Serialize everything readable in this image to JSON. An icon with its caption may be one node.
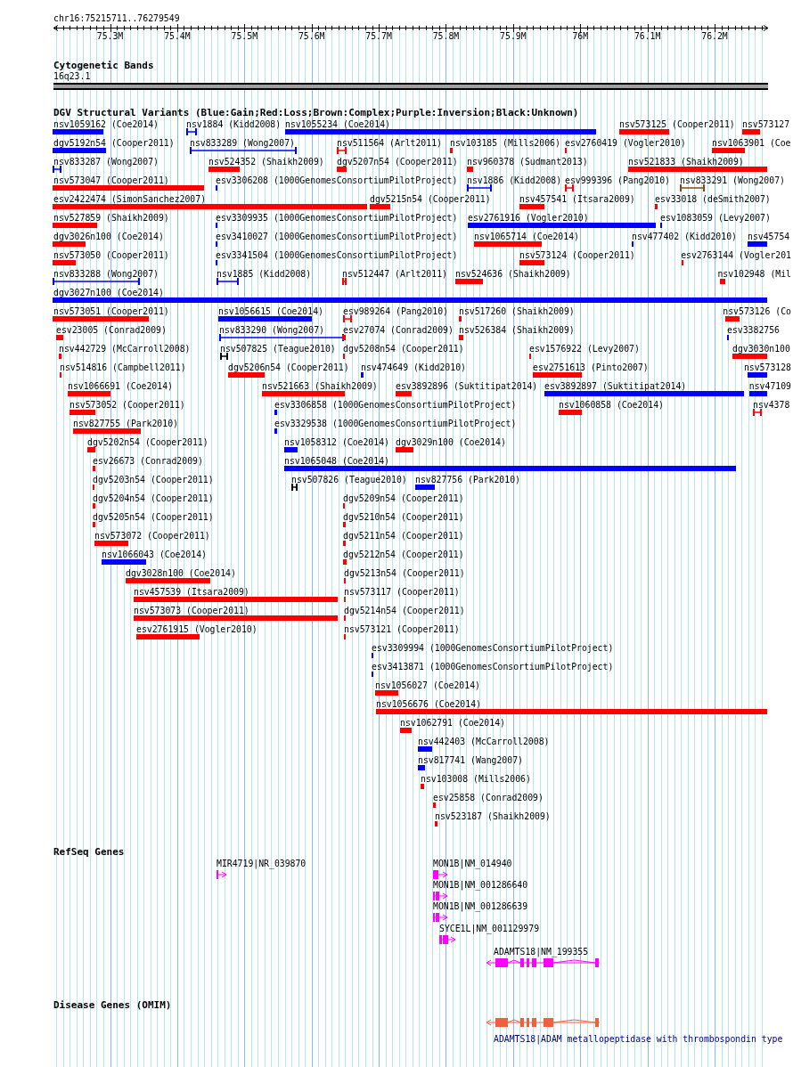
{
  "diagram": {
    "nodes": [
      {
        "text": [
          "16q23.1"
        ]
      },
      {
        "text": [
          "nsv1059162 (Coe2014)"
        ]
      },
      {
        "text": [
          "nsv1884 (Kidd2008)"
        ]
      },
      {
        "text": [
          "nsv1055234 (Coe2014)"
        ]
      },
      {
        "text": [
          "nsv573125 (Cooper2011)"
        ]
      },
      {
        "text": [
          "nsv573127"
        ]
      },
      {
        "text": [
          "dgv5192n54 (Cooper2011)"
        ]
      },
      {
        "text": [
          "nsv833289 (Wong2007)"
        ]
      },
      {
        "text": [
          "nsv511564 (Arlt2011)"
        ]
      },
      {
        "text": [
          "nsv103185 (Mills2006)"
        ]
      },
      {
        "text": [
          "esv2760419 (Vogler2010)"
        ]
      },
      {
        "text": [
          "nsv1063901 (Coe"
        ]
      },
      {
        "text": [
          "nsv833287 (Wong2007)"
        ]
      },
      {
        "text": [
          "nsv524352 (Shaikh2009)"
        ]
      },
      {
        "text": [
          "dgv5207n54 (Cooper2011)"
        ]
      },
      {
        "text": [
          "nsv960378 (Sudmant2013)"
        ]
      },
      {
        "text": [
          "nsv521833 (Shaikh2009)"
        ]
      },
      {
        "text": [
          "nsv573047 (Cooper2011)"
        ]
      },
      {
        "text": [
          "esv3306208 (1000GenomesConsortiumPilotProject)"
        ]
      },
      {
        "text": [
          "nsv1886 (Kidd2008)"
        ]
      },
      {
        "text": [
          "esv999396 (Pang2010)"
        ]
      },
      {
        "text": [
          "nsv833291 (Wong2007)"
        ]
      },
      {
        "text": [
          "esv2422474 (SimonSanchez2007)"
        ]
      },
      {
        "text": [
          "dgv5215n54 (Cooper2011)"
        ]
      },
      {
        "text": [
          "nsv457541 (Itsara2009)"
        ]
      },
      {
        "text": [
          "esv33018 (deSmith2007)"
        ]
      },
      {
        "text": [
          "nsv527859 (Shaikh2009)"
        ]
      },
      {
        "text": [
          "esv3309935 (1000GenomesConsortiumPilotProject)"
        ]
      },
      {
        "text": [
          "esv2761916 (Vogler2010)"
        ]
      },
      {
        "text": [
          "esv1083059 (Levy2007)"
        ]
      },
      {
        "text": [
          "dgv3026n100 (Coe2014)"
        ]
      },
      {
        "text": [
          "esv3410027 (1000GenomesConsortiumPilotProject)"
        ]
      },
      {
        "text": [
          "nsv1065714 (Coe2014)"
        ]
      },
      {
        "text": [
          "nsv477402 (Kidd2010)"
        ]
      },
      {
        "text": [
          "nsv45754"
        ]
      },
      {
        "text": [
          "nsv573050 (Cooper2011)"
        ]
      },
      {
        "text": [
          "esv3341504 (1000GenomesConsortiumPilotProject)"
        ]
      },
      {
        "text": [
          "nsv573124 (Cooper2011)"
        ]
      },
      {
        "text": [
          "esv2763144 (Vogler201"
        ]
      },
      {
        "text": [
          "nsv833288 (Wong2007)"
        ]
      },
      {
        "text": [
          "nsv1885 (Kidd2008)"
        ]
      },
      {
        "text": [
          "nsv512447 (Arlt2011)"
        ]
      },
      {
        "text": [
          "nsv524636 (Shaikh2009)"
        ]
      },
      {
        "text": [
          "nsv102948 (Mil"
        ]
      },
      {
        "text": [
          "dgv3027n100 (Coe2014)"
        ]
      },
      {
        "text": [
          "nsv573051 (Cooper2011)"
        ]
      },
      {
        "text": [
          "nsv1056615 (Coe2014)"
        ]
      },
      {
        "text": [
          "esv989264 (Pang2010)"
        ]
      },
      {
        "text": [
          "nsv517260 (Shaikh2009)"
        ]
      },
      {
        "text": [
          "nsv573126 (Co"
        ]
      },
      {
        "text": [
          "esv23005 (Conrad2009)"
        ]
      },
      {
        "text": [
          "nsv833290 (Wong2007)"
        ]
      },
      {
        "text": [
          "esv27074 (Conrad2009)"
        ]
      },
      {
        "text": [
          "nsv526384 (Shaikh2009)"
        ]
      },
      {
        "text": [
          "esv3382756"
        ]
      },
      {
        "text": [
          "nsv442729 (McCarroll2008)"
        ]
      },
      {
        "text": [
          "nsv507825 (Teague2010)"
        ]
      },
      {
        "text": [
          "dgv5208n54 (Cooper2011)"
        ]
      },
      {
        "text": [
          "esv1576922 (Levy2007)"
        ]
      },
      {
        "text": [
          "dgv3030n100"
        ]
      },
      {
        "text": [
          "nsv514816 (Campbell2011)"
        ]
      },
      {
        "text": [
          "dgv5206n54 (Cooper2011)"
        ]
      },
      {
        "text": [
          "nsv474649 (Kidd2010)"
        ]
      },
      {
        "text": [
          "esv2751613 (Pinto2007)"
        ]
      },
      {
        "text": [
          "nsv573128"
        ]
      },
      {
        "text": [
          "nsv1066691 (Coe2014)"
        ]
      },
      {
        "text": [
          "nsv521663 (Shaikh2009)"
        ]
      },
      {
        "text": [
          "esv3892896 (Suktitipat2014)"
        ]
      },
      {
        "text": [
          "esv3892897 (Suktitipat2014)"
        ]
      },
      {
        "text": [
          "nsv47109"
        ]
      },
      {
        "text": [
          "nsv573052 (Cooper2011)"
        ]
      },
      {
        "text": [
          "esv3306858 (1000GenomesConsortiumPilotProject)"
        ]
      },
      {
        "text": [
          "nsv1060858 (Coe2014)"
        ]
      },
      {
        "text": [
          "nsv4378"
        ]
      },
      {
        "text": [
          "nsv827755 (Park2010)"
        ]
      },
      {
        "text": [
          "esv3329538 (1000GenomesConsortiumPilotProject)"
        ]
      },
      {
        "text": [
          "dgv5202n54 (Cooper2011)"
        ]
      },
      {
        "text": [
          "nsv1058312 (Coe2014)"
        ]
      },
      {
        "text": [
          "dgv3029n100 (Coe2014)"
        ]
      },
      {
        "text": [
          "esv26673 (Conrad2009)"
        ]
      },
      {
        "text": [
          "nsv1065048 (Coe2014)"
        ]
      },
      {
        "text": [
          "dgv5203n54 (Cooper2011)"
        ]
      },
      {
        "text": [
          "nsv507826 (Teague2010)"
        ]
      },
      {
        "text": [
          "nsv827756 (Park2010)"
        ]
      },
      {
        "text": [
          "dgv5204n54 (Cooper2011)"
        ]
      },
      {
        "text": [
          "dgv5209n54 (Cooper2011)"
        ]
      },
      {
        "text": [
          "dgv5205n54 (Cooper2011)"
        ]
      },
      {
        "text": [
          "dgv5210n54 (Cooper2011)"
        ]
      },
      {
        "text": [
          "nsv573072 (Cooper2011)"
        ]
      },
      {
        "text": [
          "dgv5211n54 (Cooper2011)"
        ]
      },
      {
        "text": [
          "nsv1066043 (Coe2014)"
        ]
      },
      {
        "text": [
          "dgv5212n54 (Cooper2011)"
        ]
      },
      {
        "text": [
          "dgv3028n100 (Coe2014)"
        ]
      },
      {
        "text": [
          "dgv5213n54 (Cooper2011)"
        ]
      },
      {
        "text": [
          "nsv457539 (Itsara2009)"
        ]
      },
      {
        "text": [
          "nsv573117 (Cooper2011)"
        ]
      },
      {
        "text": [
          "nsv573073 (Cooper2011)"
        ]
      },
      {
        "text": [
          "dgv5214n54 (Cooper2011)"
        ]
      },
      {
        "text": [
          "esv2761915 (Vogler2010)"
        ]
      },
      {
        "text": [
          "nsv573121 (Cooper2011)"
        ]
      },
      {
        "text": [
          "esv3309994 (1000GenomesConsortiumPilotProject)"
        ]
      },
      {
        "text": [
          "esv3413871 (1000GenomesConsortiumPilotProject)"
        ]
      },
      {
        "text": [
          "nsv1056027 (Coe2014)"
        ]
      },
      {
        "text": [
          "nsv1056676 (Coe2014)"
        ]
      },
      {
        "text": [
          "nsv1062791 (Coe2014)"
        ]
      },
      {
        "text": [
          "nsv442403 (McCarroll2008)"
        ]
      },
      {
        "text": [
          "nsv817741 (Wang2007)"
        ]
      },
      {
        "text": [
          "nsv103008 (Mills2006)"
        ]
      },
      {
        "text": [
          "esv25858 (Conrad2009)"
        ]
      },
      {
        "text": [
          "nsv523187 (Shaikh2009)"
        ]
      },
      {
        "text": [
          "MIR4719|NR_039870"
        ]
      },
      {
        "text": [
          "MON1B|NM_014940"
        ]
      },
      {
        "text": [
          "MON1B|NM_001286640"
        ]
      },
      {
        "text": [
          "MON1B|NM_001286639"
        ]
      },
      {
        "text": [
          "SYCE1L|NM_001129979"
        ]
      },
      {
        "text": [
          "ADAMTS18|NM_199355"
        ]
      },
      {
        "text": [
          "ADAMTS18|ADAM metallopeptidase with thrombospondin type"
        ]
      }
    ],
    "labels": [
      "chr16:75215711..76279549",
      "75.3M",
      "75.4M",
      "75.5M",
      "75.6M",
      "75.7M",
      "75.8M",
      "75.9M",
      "76M",
      "76.1M",
      "76.2M",
      "Cytogenetic Bands",
      "DGV Structural Variants (Blue:Gain;Red:Loss;Brown:Complex;Purple:Inversion;Black:Unknown)",
      "RefSeq Genes",
      "Disease Genes (OMIM)"
    ]
  }
}
